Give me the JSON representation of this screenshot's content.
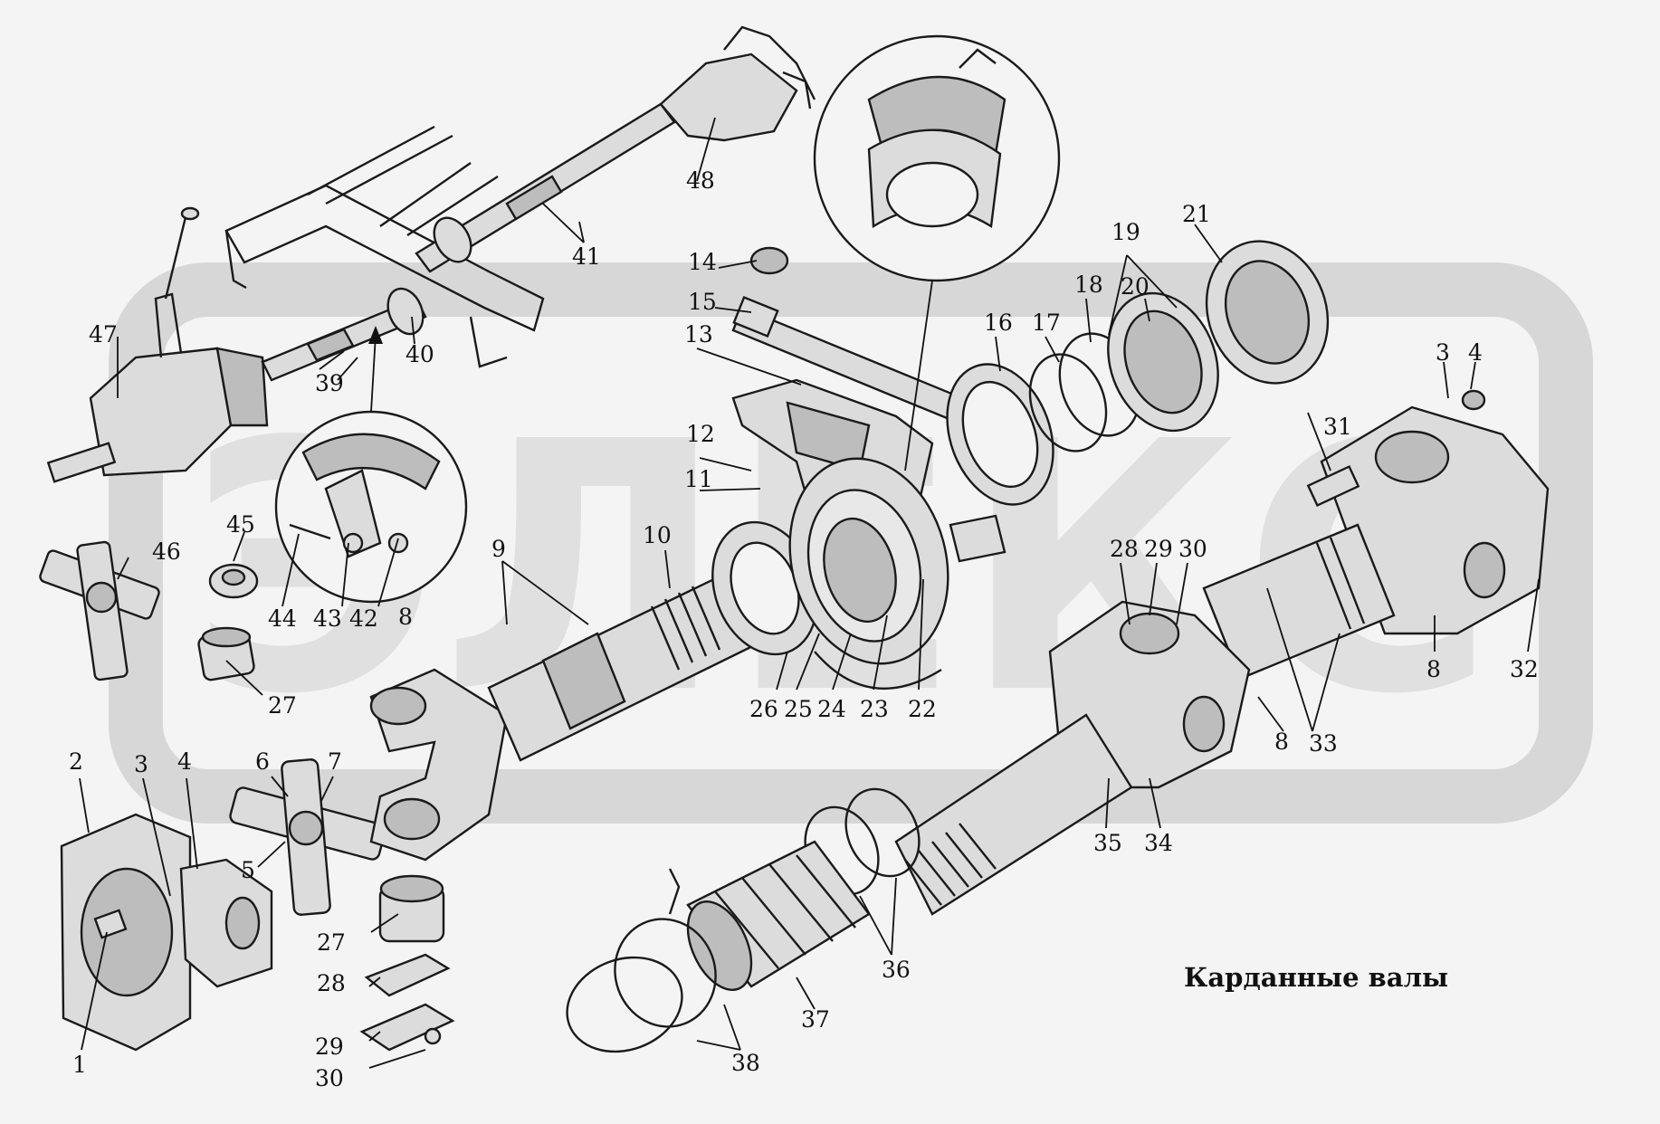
{
  "title": "Карданные валы",
  "watermark": {
    "text": "ЭЛЕКС",
    "color": "#d8d8d8"
  },
  "callouts": [
    {
      "id": "c1",
      "text": "1"
    },
    {
      "id": "c2",
      "text": "2"
    },
    {
      "id": "c3a",
      "text": "3"
    },
    {
      "id": "c4a",
      "text": "4"
    },
    {
      "id": "c5",
      "text": "5"
    },
    {
      "id": "c6",
      "text": "6"
    },
    {
      "id": "c7",
      "text": "7"
    },
    {
      "id": "c8a",
      "text": "8"
    },
    {
      "id": "c8b",
      "text": "8"
    },
    {
      "id": "c8c",
      "text": "8"
    },
    {
      "id": "c9",
      "text": "9"
    },
    {
      "id": "c10",
      "text": "10"
    },
    {
      "id": "c11",
      "text": "11"
    },
    {
      "id": "c12",
      "text": "12"
    },
    {
      "id": "c13",
      "text": "13"
    },
    {
      "id": "c14",
      "text": "14"
    },
    {
      "id": "c15",
      "text": "15"
    },
    {
      "id": "c16",
      "text": "16"
    },
    {
      "id": "c17",
      "text": "17"
    },
    {
      "id": "c18",
      "text": "18"
    },
    {
      "id": "c19",
      "text": "19"
    },
    {
      "id": "c20",
      "text": "20"
    },
    {
      "id": "c21",
      "text": "21"
    },
    {
      "id": "c22",
      "text": "22"
    },
    {
      "id": "c23",
      "text": "23"
    },
    {
      "id": "c24",
      "text": "24"
    },
    {
      "id": "c25",
      "text": "25"
    },
    {
      "id": "c26",
      "text": "26"
    },
    {
      "id": "c27a",
      "text": "27"
    },
    {
      "id": "c27b",
      "text": "27"
    },
    {
      "id": "c28a",
      "text": "28"
    },
    {
      "id": "c28b",
      "text": "28"
    },
    {
      "id": "c29a",
      "text": "29"
    },
    {
      "id": "c29b",
      "text": "29"
    },
    {
      "id": "c30a",
      "text": "30"
    },
    {
      "id": "c30b",
      "text": "30"
    },
    {
      "id": "c31",
      "text": "31"
    },
    {
      "id": "c32",
      "text": "32"
    },
    {
      "id": "c3b",
      "text": "3"
    },
    {
      "id": "c4b",
      "text": "4"
    },
    {
      "id": "c33",
      "text": "33"
    },
    {
      "id": "c34",
      "text": "34"
    },
    {
      "id": "c35",
      "text": "35"
    },
    {
      "id": "c36",
      "text": "36"
    },
    {
      "id": "c37",
      "text": "37"
    },
    {
      "id": "c38",
      "text": "38"
    },
    {
      "id": "c39",
      "text": "39"
    },
    {
      "id": "c40",
      "text": "40"
    },
    {
      "id": "c41",
      "text": "41"
    },
    {
      "id": "c42",
      "text": "42"
    },
    {
      "id": "c43",
      "text": "43"
    },
    {
      "id": "c44",
      "text": "44"
    },
    {
      "id": "c45",
      "text": "45"
    },
    {
      "id": "c46",
      "text": "46"
    },
    {
      "id": "c47",
      "text": "47"
    },
    {
      "id": "c48",
      "text": "48"
    }
  ]
}
